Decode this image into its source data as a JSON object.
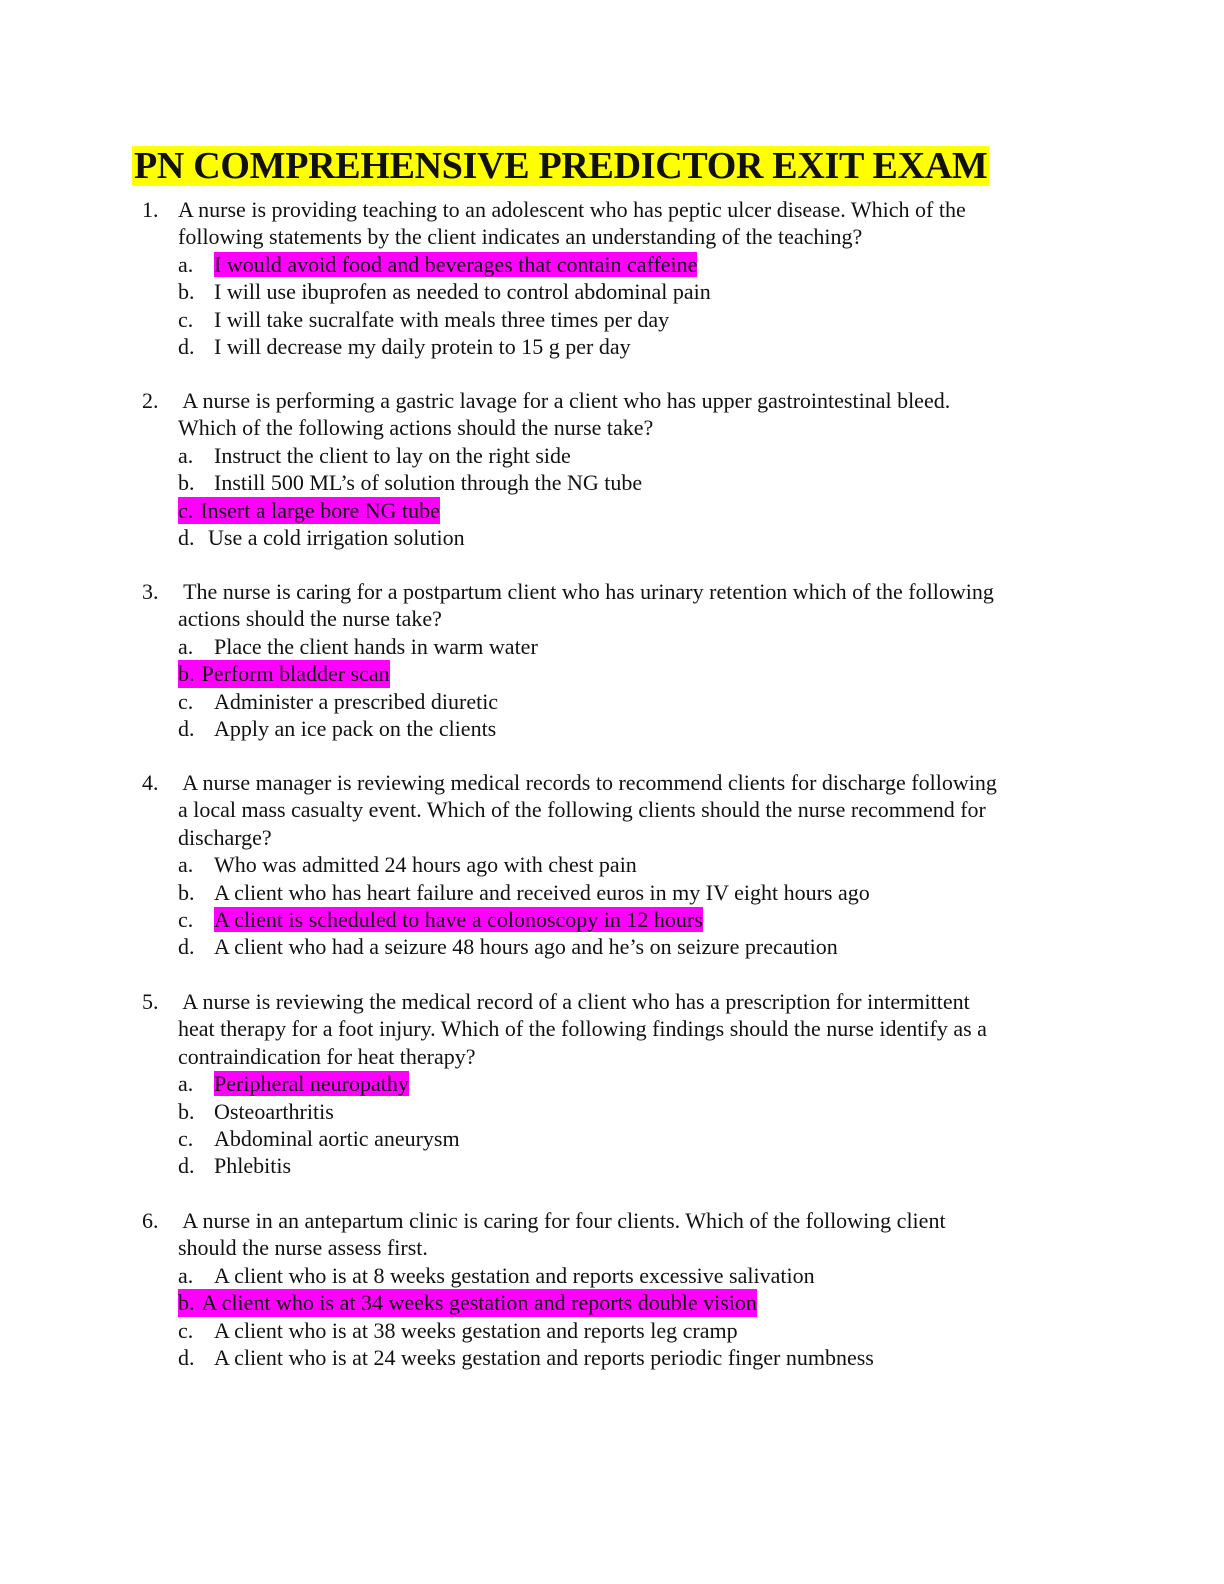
{
  "title": "PN COMPREHENSIVE PREDICTOR EXIT EXAM",
  "highlight_colors": {
    "title": "#ffff00",
    "answer": "#ff00ff"
  },
  "questions": [
    {
      "number": "1.",
      "lines": [
        "A nurse is providing teaching to an adolescent who has peptic ulcer disease. Which of the",
        "following statements by the client indicates an understanding of the teaching?"
      ],
      "options": [
        {
          "letter": "a.",
          "text": "I would avoid food and beverages that contain caffeine"
        },
        {
          "letter": "b.",
          "text": "I will use ibuprofen as needed to control abdominal pain"
        },
        {
          "letter": "c.",
          "text": "I will take sucralfate with meals three times per day"
        },
        {
          "letter": "d.",
          "text": "I will decrease my daily protein to 15 g per day"
        }
      ],
      "highlighted_option": "a"
    },
    {
      "number": "2.",
      "lines": [
        " A nurse is performing a gastric lavage for a client who has upper gastrointestinal bleed.",
        "Which of the following actions should the nurse take?"
      ],
      "options": [
        {
          "letter": "a.",
          "text": "Instruct the client to lay on the right side"
        },
        {
          "letter": "b.",
          "text": "Instill 500 ML’s of solution through the NG tube"
        },
        {
          "letter": "c.",
          "text": "Insert a large bore NG tube"
        },
        {
          "letter": "d.",
          "text": "Use a cold irrigation solution"
        }
      ],
      "highlighted_option": "c"
    },
    {
      "number": "3.",
      "lines": [
        " The nurse is caring for a postpartum client who has urinary retention which of the following",
        "actions should the nurse take?"
      ],
      "options": [
        {
          "letter": "a.",
          "text": "Place the client hands in warm water"
        },
        {
          "letter": "b.",
          "text": "Perform bladder scan"
        },
        {
          "letter": "c.",
          "text": "Administer a prescribed diuretic"
        },
        {
          "letter": "d.",
          "text": "Apply an ice pack on the clients"
        }
      ],
      "highlighted_option": "b"
    },
    {
      "number": "4.",
      "lines": [
        " A nurse manager is reviewing medical records to recommend clients for discharge following",
        "a local mass casualty event. Which of the following clients should the nurse recommend for",
        "discharge?"
      ],
      "options": [
        {
          "letter": "a.",
          "text": "Who was admitted 24 hours ago with chest pain"
        },
        {
          "letter": "b.",
          "text": "A client who has heart failure and received euros in my IV eight hours ago"
        },
        {
          "letter": "c.",
          "text": "A client is scheduled to have a colonoscopy in 12 hours"
        },
        {
          "letter": "d.",
          "text": "A client who had a seizure 48 hours ago and he’s on seizure precaution"
        }
      ],
      "highlighted_option": "c"
    },
    {
      "number": "5.",
      "lines": [
        " A nurse is reviewing the medical record of a client who has a prescription for intermittent",
        "heat therapy for a foot injury. Which of the following findings should the nurse identify as a",
        "contraindication for heat therapy?"
      ],
      "options": [
        {
          "letter": "a.",
          "text": "Peripheral neuropathy"
        },
        {
          "letter": "b.",
          "text": "Osteoarthritis"
        },
        {
          "letter": "c.",
          "text": "Abdominal aortic aneurysm"
        },
        {
          "letter": "d.",
          "text": "Phlebitis"
        }
      ],
      "highlighted_option": "a"
    },
    {
      "number": "6.",
      "lines": [
        " A nurse in an antepartum clinic is caring for four clients. Which of the following client",
        "should the nurse assess first."
      ],
      "options": [
        {
          "letter": "a.",
          "text": "A client who is at 8 weeks gestation and reports excessive salivation"
        },
        {
          "letter": "b.",
          "text": "A client who is at 34 weeks gestation and reports double vision"
        },
        {
          "letter": "c.",
          "text": "A client who is at 38 weeks gestation and reports leg cramp"
        },
        {
          "letter": "d.",
          "text": "A client who is at 24 weeks gestation and reports periodic finger numbness"
        }
      ],
      "highlighted_option": "b"
    }
  ]
}
